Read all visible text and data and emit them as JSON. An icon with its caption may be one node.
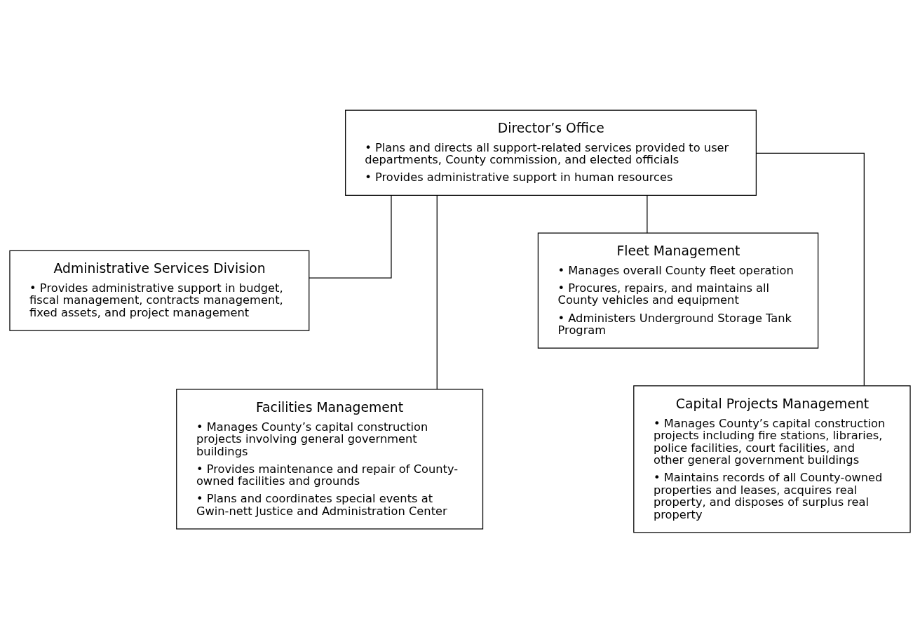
{
  "diagram": {
    "nodes": [
      {
        "text": [
          "Director’s Office",
          "• Plans and directs all support-related services provided to user departments, County commission, and elected officials",
          "• Provides administrative support in human resources"
        ]
      },
      {
        "text": [
          "Administrative Services Division",
          "• Provides administrative support in budget, fiscal management, contracts management, fixed assets, and project management"
        ]
      },
      {
        "text": [
          "Fleet Management",
          "• Manages overall County fleet operation",
          "• Procures, repairs, and maintains all County vehicles and equipment",
          "• Administers Underground Storage Tank Program"
        ]
      },
      {
        "text": [
          "Facilities Management",
          "• Manages County’s capital construction projects involving general government buildings",
          "• Provides maintenance and repair of County-owned facilities and grounds",
          "• Plans and coordinates special events at Gwin-nett Justice and Administration Center"
        ]
      },
      {
        "text": [
          "Capital Projects Management",
          "• Manages County’s capital construction projects including fire stations, libraries, police facilities, court facilities, and other general government buildings",
          "• Maintains records of all County-owned properties and leases, acquires real property, and disposes of surplus real property"
        ]
      }
    ],
    "edges": [
      {
        "from": 0,
        "to": 1,
        "arrow": "none"
      },
      {
        "from": 0,
        "to": 2,
        "arrow": "none"
      },
      {
        "from": 0,
        "to": 3,
        "arrow": "none"
      },
      {
        "from": 0,
        "to": 4,
        "arrow": "none"
      }
    ]
  }
}
